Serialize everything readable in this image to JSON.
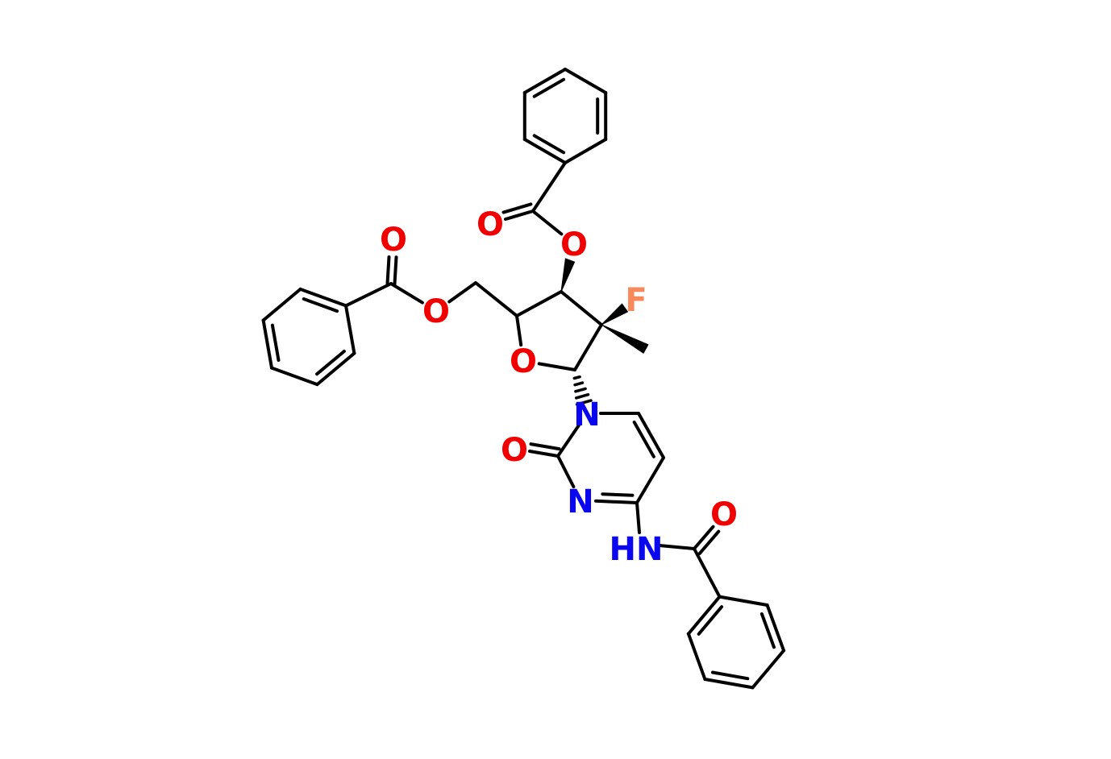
{
  "figure": {
    "type": "chemical-structure-diagram",
    "description": "Benzoyl-protected 2'-fluoro-2'-methyl cytidine derivative structural formula on white background"
  },
  "colors": {
    "bond": "#000000",
    "oxygen": "#f10000",
    "nitrogen": "#0a06f0",
    "fluorine": "#f8895a",
    "background": "#ffffff"
  },
  "atom_labels": {
    "benzoyl_top_carbonyl_o": "O",
    "benzoyl_top_ester_o": "O",
    "benzoyl_left_carbonyl_o": "O",
    "benzoyl_left_ester_o": "O",
    "ribose_ring_o": "O",
    "fluorine": "F",
    "cytosine_n1": "N",
    "cytosine_c2_keto_o": "O",
    "cytosine_n3": "N",
    "amide_hn": "HN",
    "amide_carbonyl_o": "O"
  }
}
